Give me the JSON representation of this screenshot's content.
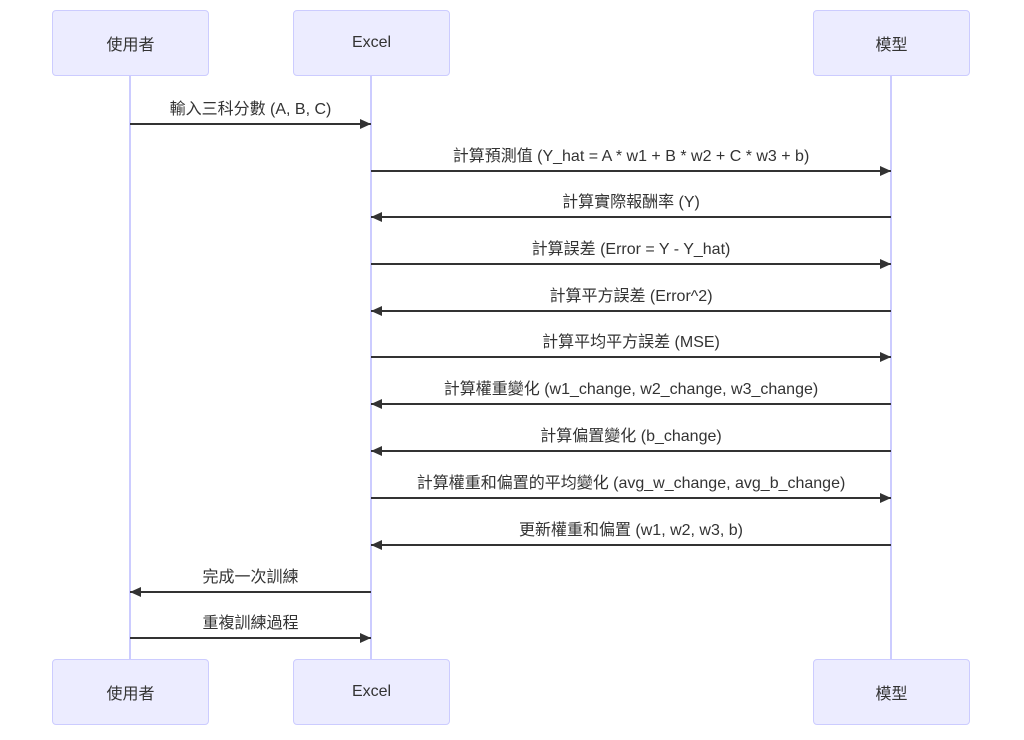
{
  "diagram": {
    "type": "sequence-diagram"
  },
  "actors": [
    {
      "id": "user",
      "label": "使用者"
    },
    {
      "id": "excel",
      "label": "Excel"
    },
    {
      "id": "model",
      "label": "模型"
    }
  ],
  "messages": [
    {
      "label": "輸入三科分數 (A, B, C)",
      "from": "使用者",
      "to": "Excel",
      "direction": "right"
    },
    {
      "label": "計算預測值 (Y_hat = A * w1 + B * w2 + C * w3 + b)",
      "from": "Excel",
      "to": "模型",
      "direction": "right"
    },
    {
      "label": "計算實際報酬率 (Y)",
      "from": "模型",
      "to": "Excel",
      "direction": "left"
    },
    {
      "label": "計算誤差 (Error = Y - Y_hat)",
      "from": "Excel",
      "to": "模型",
      "direction": "right"
    },
    {
      "label": "計算平方誤差 (Error^2)",
      "from": "模型",
      "to": "Excel",
      "direction": "left"
    },
    {
      "label": "計算平均平方誤差 (MSE)",
      "from": "Excel",
      "to": "模型",
      "direction": "right"
    },
    {
      "label": "計算權重變化 (w1_change, w2_change, w3_change)",
      "from": "模型",
      "to": "Excel",
      "direction": "left"
    },
    {
      "label": "計算偏置變化 (b_change)",
      "from": "模型",
      "to": "Excel",
      "direction": "left"
    },
    {
      "label": "計算權重和偏置的平均變化 (avg_w_change, avg_b_change)",
      "from": "Excel",
      "to": "模型",
      "direction": "right"
    },
    {
      "label": "更新權重和偏置 (w1, w2, w3, b)",
      "from": "模型",
      "to": "Excel",
      "direction": "left"
    },
    {
      "label": "完成一次訓練",
      "from": "Excel",
      "to": "使用者",
      "direction": "left"
    },
    {
      "label": "重複訓練過程",
      "from": "使用者",
      "to": "Excel",
      "direction": "right"
    }
  ],
  "colors": {
    "actor_fill": "#ECECFF",
    "actor_border": "#CCCCFF",
    "lifeline": "#CCCCFF",
    "arrow": "#333333",
    "text": "#333333",
    "bg": "#ffffff"
  }
}
